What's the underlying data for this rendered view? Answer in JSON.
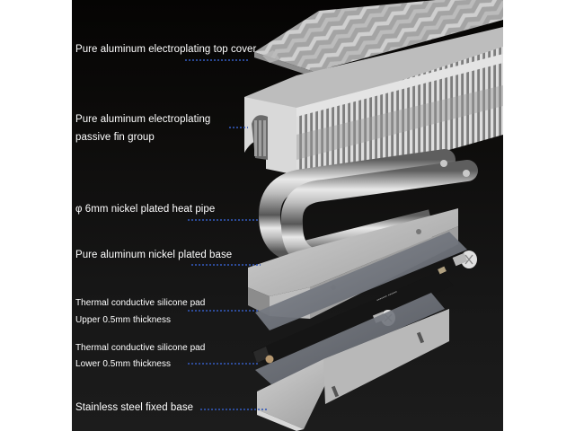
{
  "colors": {
    "page_background": "#ffffff",
    "panel_top": "#050403",
    "panel_bottom": "#1c1c1c",
    "label_text": "#ffffff",
    "leader_dots": "#3358b8",
    "metal_light": "#d8d8d8",
    "metal_mid": "#a9a9a9",
    "metal_dark": "#6e6e6e",
    "pad_gray": "#6b6f78",
    "ssd_black": "#141414"
  },
  "components": [
    {
      "id": "top-cover",
      "label": "Pure aluminum electroplating top cover",
      "sublabel": ""
    },
    {
      "id": "fin-group",
      "label": "Pure aluminum electroplating",
      "sublabel": "passive fin group"
    },
    {
      "id": "heat-pipe",
      "label": "φ 6mm nickel plated heat pipe",
      "sublabel": ""
    },
    {
      "id": "base",
      "label": "Pure aluminum nickel plated base",
      "sublabel": ""
    },
    {
      "id": "upper-pad",
      "label": "Thermal conductive silicone pad",
      "sublabel": "Upper 0.5mm thickness"
    },
    {
      "id": "lower-pad",
      "label": "Thermal conductive silicone pad",
      "sublabel": "Lower 0.5mm thickness"
    },
    {
      "id": "steel-base",
      "label": "Stainless steel fixed base",
      "sublabel": ""
    }
  ],
  "icons": {
    "ssd_brand_mark": "ssd-chip-label",
    "screw": "screw-icon"
  }
}
